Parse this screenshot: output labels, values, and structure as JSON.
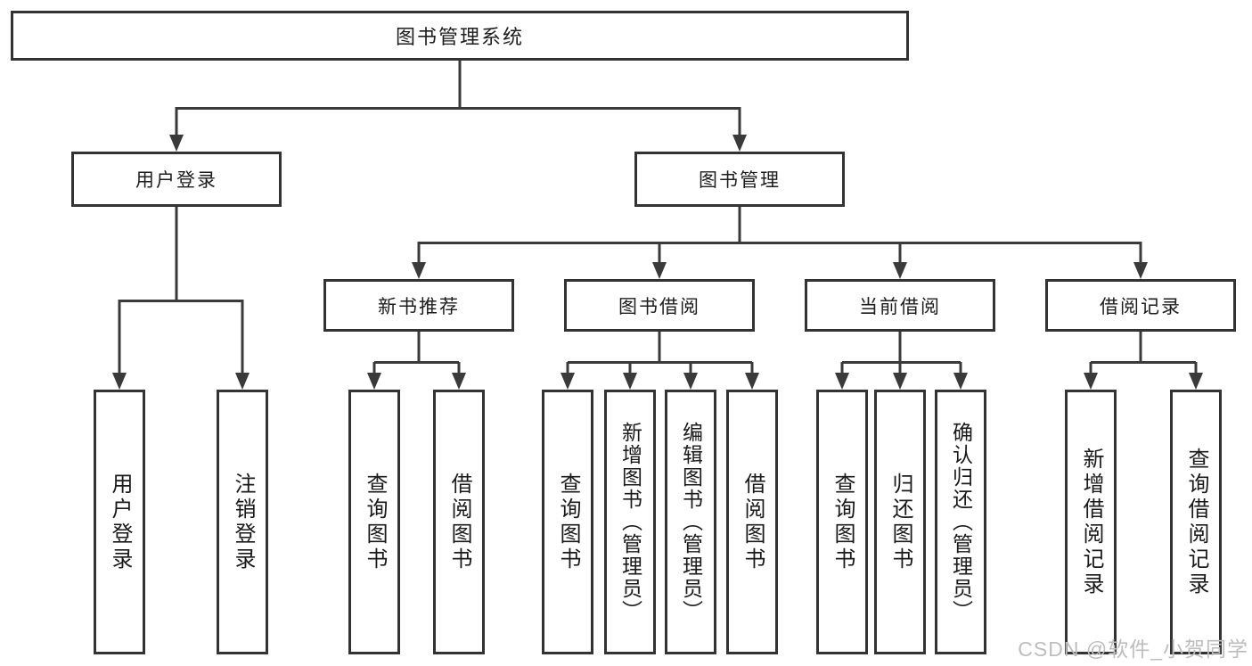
{
  "diagram": {
    "type": "hierarchy-tree",
    "root": {
      "label": "图书管理系统"
    },
    "level2": {
      "user_login": {
        "label": "用户登录"
      },
      "book_management": {
        "label": "图书管理"
      }
    },
    "level3": {
      "new_book_recommend": {
        "label": "新书推荐"
      },
      "book_borrowing": {
        "label": "图书借阅"
      },
      "current_borrowing": {
        "label": "当前借阅"
      },
      "borrowing_records": {
        "label": "借阅记录"
      }
    },
    "leaves": {
      "user_login_leaf": {
        "label": "用户登录",
        "parent": "用户登录"
      },
      "logout_leaf": {
        "label": "注销登录",
        "parent": "用户登录"
      },
      "query_books_recommend": {
        "label": "查询图书",
        "parent": "新书推荐"
      },
      "borrow_books_recommend": {
        "label": "借阅图书",
        "parent": "新书推荐"
      },
      "query_books_borrowing": {
        "label": "查询图书",
        "parent": "图书借阅"
      },
      "add_books_admin": {
        "label": "新增图书（管理员）",
        "parent": "图书借阅"
      },
      "edit_books_admin": {
        "label": "编辑图书（管理员）",
        "parent": "图书借阅"
      },
      "borrow_books_borrowing": {
        "label": "借阅图书",
        "parent": "图书借阅"
      },
      "query_books_current": {
        "label": "查询图书",
        "parent": "当前借阅"
      },
      "return_books": {
        "label": "归还图书",
        "parent": "当前借阅"
      },
      "confirm_return_admin": {
        "label": "确认归还（管理员）",
        "parent": "当前借阅"
      },
      "add_borrow_record": {
        "label": "新增借阅记录",
        "parent": "借阅记录"
      },
      "query_borrow_record": {
        "label": "查询借阅记录",
        "parent": "借阅记录"
      }
    },
    "watermark": "CSDN @软件_小贺同学",
    "colors": {
      "line": "#3a3a3a",
      "box_border": "#333333",
      "text": "#1d1d1d",
      "watermark": "#bdbdbd",
      "background": "#ffffff"
    }
  }
}
